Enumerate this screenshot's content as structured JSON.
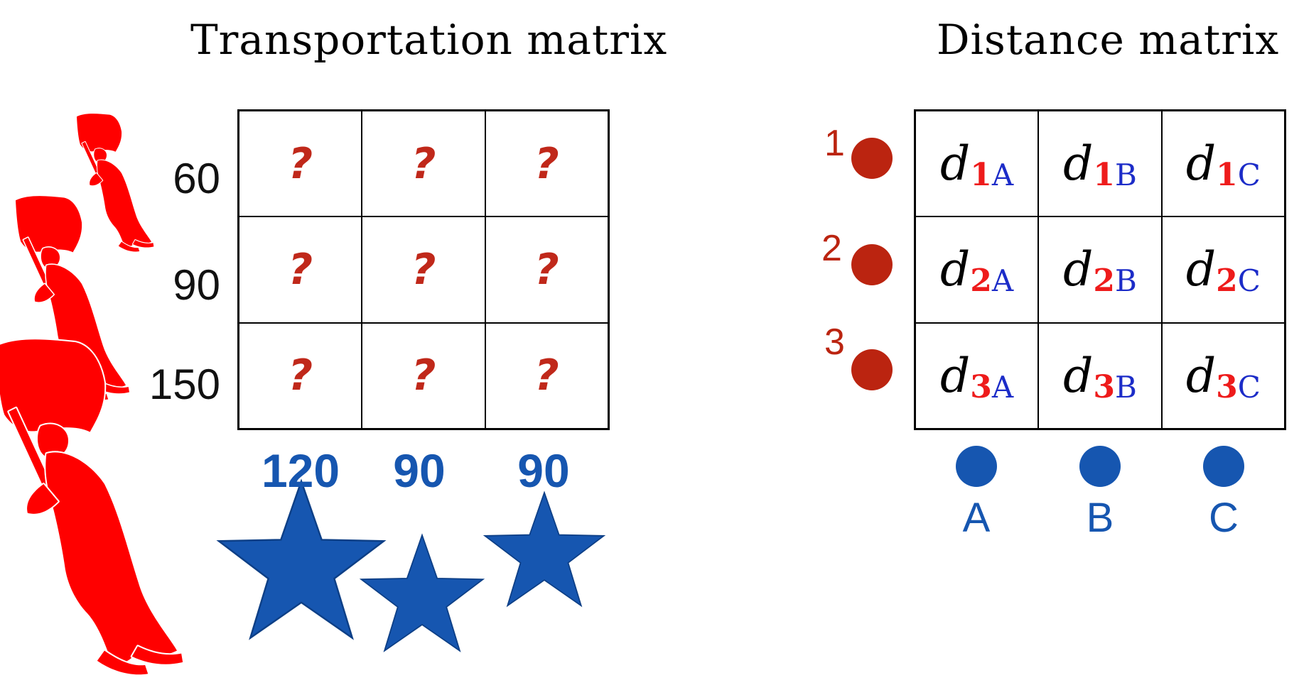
{
  "transportation": {
    "title": "Transportation matrix",
    "supplies": [
      "60",
      "90",
      "150"
    ],
    "demands": [
      "120",
      "90",
      "90"
    ],
    "cells": [
      [
        "?",
        "?",
        "?"
      ],
      [
        "?",
        "?",
        "?"
      ],
      [
        "?",
        "?",
        "?"
      ]
    ]
  },
  "distance": {
    "title": "Distance matrix",
    "symbol": "d",
    "sources": [
      "1",
      "2",
      "3"
    ],
    "destinations": [
      "A",
      "B",
      "C"
    ]
  },
  "colors": {
    "source_red": "#bb2410",
    "question_red": "#c0281a",
    "subscript_red": "#ee1b1b",
    "destination_blue": "#1656b0",
    "subscript_blue": "#1c2cc8",
    "figure_red": "#ff0000"
  },
  "icons": {
    "supplier": "flag-bearer-figure-icon",
    "consumer": "star-icon"
  }
}
